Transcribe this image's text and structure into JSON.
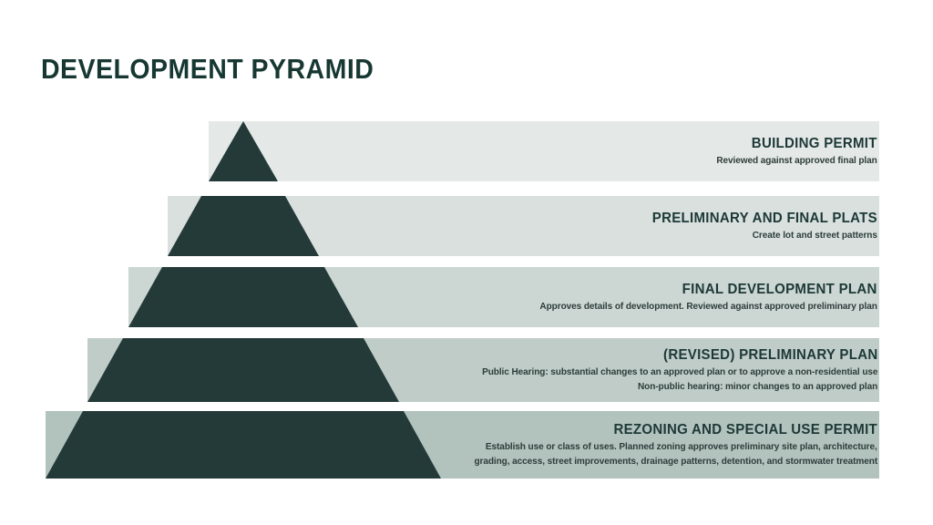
{
  "title": "DEVELOPMENT PYRAMID",
  "colors": {
    "pyramid": "#233a38",
    "title_text": "#173832",
    "heading_text": "#1d3936",
    "body_text": "#2e3d3a",
    "background": "#ffffff"
  },
  "bands": [
    {
      "title": "BUILDING PERMIT",
      "bg": "#e4e8e7",
      "lines": [
        "Reviewed against approved final plan"
      ]
    },
    {
      "title": "PRELIMINARY AND FINAL PLATS",
      "bg": "#d9e0de",
      "lines": [
        "Create lot and street patterns"
      ]
    },
    {
      "title": "FINAL DEVELOPMENT PLAN",
      "bg": "#ccd6d3",
      "lines": [
        "Approves details of development. Reviewed against approved preliminary plan"
      ]
    },
    {
      "title": "(REVISED) PRELIMINARY PLAN",
      "bg": "#bfccc8",
      "lines": [
        "Public Hearing: substantial changes to an approved plan or to approve a non-residential use",
        "Non-public hearing: minor changes to an approved plan"
      ]
    },
    {
      "title": "REZONING AND SPECIAL USE PERMIT",
      "bg": "#b2c2bd",
      "lines": [
        "Establish use or class of uses. Planned zoning approves preliminary site plan, architecture,",
        "grading, access, street improvements, drainage patterns, detention, and stormwater treatment"
      ]
    }
  ]
}
